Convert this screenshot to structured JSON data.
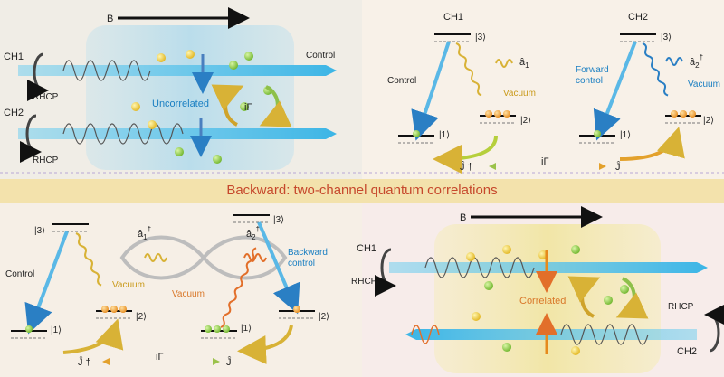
{
  "top_left": {
    "field": "B",
    "ch1": "CH1",
    "ch2": "CH2",
    "rhcp1": "RHCP",
    "rhcp2": "RHCP",
    "control": "Control",
    "uncorrelated": "Uncorrelated",
    "coupling": "iΓ"
  },
  "top_mid": {
    "title": "CH1",
    "level3": "|3⟩",
    "level2": "|2⟩",
    "level1": "|1⟩",
    "control": "Control",
    "vacuum": "Vacuum",
    "photon": "â",
    "photon_sub": "1"
  },
  "top_right": {
    "title": "CH2",
    "level3": "|3⟩",
    "level2": "|2⟩",
    "level1": "|1⟩",
    "control_line1": "Forward",
    "control_line2": "control",
    "vacuum": "Vacuum",
    "photon": "â",
    "photon_sub": "2",
    "photon_sup": "†"
  },
  "top_coupling": {
    "left": "Ĵ †",
    "mid": "iΓ",
    "right": "Ĵ"
  },
  "banner": "Backward: two-channel quantum correlations",
  "bottom_left": {
    "level3": "|3⟩",
    "level2": "|2⟩",
    "level1": "|1⟩",
    "control": "Control",
    "vacuum": "Vacuum",
    "photon1": "â",
    "photon1_sub": "1",
    "photon1_sup": "†",
    "photon2": "â",
    "photon2_sub": "2",
    "photon2_sup": "†"
  },
  "bottom_mid": {
    "level3": "|3⟩",
    "level2": "|2⟩",
    "level1": "|1⟩",
    "vacuum": "Vacuum",
    "control_line1": "Backward",
    "control_line2": "control"
  },
  "bottom_coupling": {
    "left": "Ĵ †",
    "mid": "iΓ",
    "right": "Ĵ"
  },
  "bottom_right": {
    "field": "B",
    "ch1": "CH1",
    "ch2": "CH2",
    "rhcp1": "RHCP",
    "rhcp2": "RHCP",
    "correlated": "Correlated"
  },
  "colors": {
    "beam": "#59c3e8",
    "arrow_blue": "#2a7fc4",
    "arrow_gold": "#d8b236",
    "arrow_orange": "#e26f2a",
    "banner_text": "#c6482c"
  }
}
